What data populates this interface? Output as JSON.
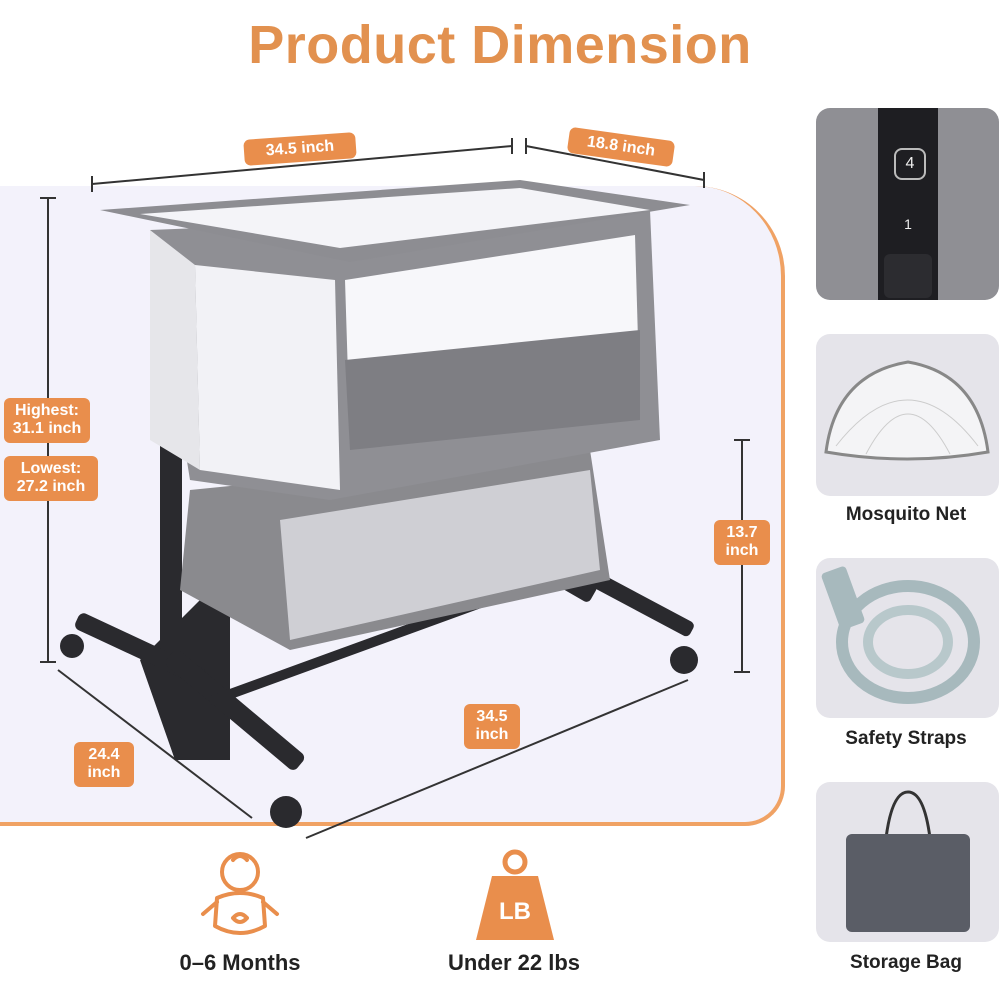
{
  "title": "Product Dimension",
  "dimensions": {
    "top_length": "34.5 inch",
    "top_width": "18.8 inch",
    "highest_label": "Highest:",
    "highest_value": "31.1 inch",
    "lowest_label": "Lowest:",
    "lowest_value": "27.2 inch",
    "leg_height_line1": "13.7",
    "leg_height_line2": "inch",
    "base_length_line1": "34.5",
    "base_length_line2": "inch",
    "base_width_line1": "24.4",
    "base_width_line2": "inch"
  },
  "thumbnails": {
    "height_indicator_top": "4",
    "height_indicator_bottom": "1",
    "mosquito_net": "Mosquito Net",
    "safety_straps": "Safety Straps",
    "storage_bag": "Storage Bag"
  },
  "features": {
    "age": "0–6 Months",
    "weight_icon_text": "LB",
    "weight": "Under 22 lbs"
  },
  "colors": {
    "accent": "#e98e4c",
    "panel": "#f3f2fb",
    "frame_gray": "#8a8a8e",
    "metal": "#2a2a2e"
  }
}
